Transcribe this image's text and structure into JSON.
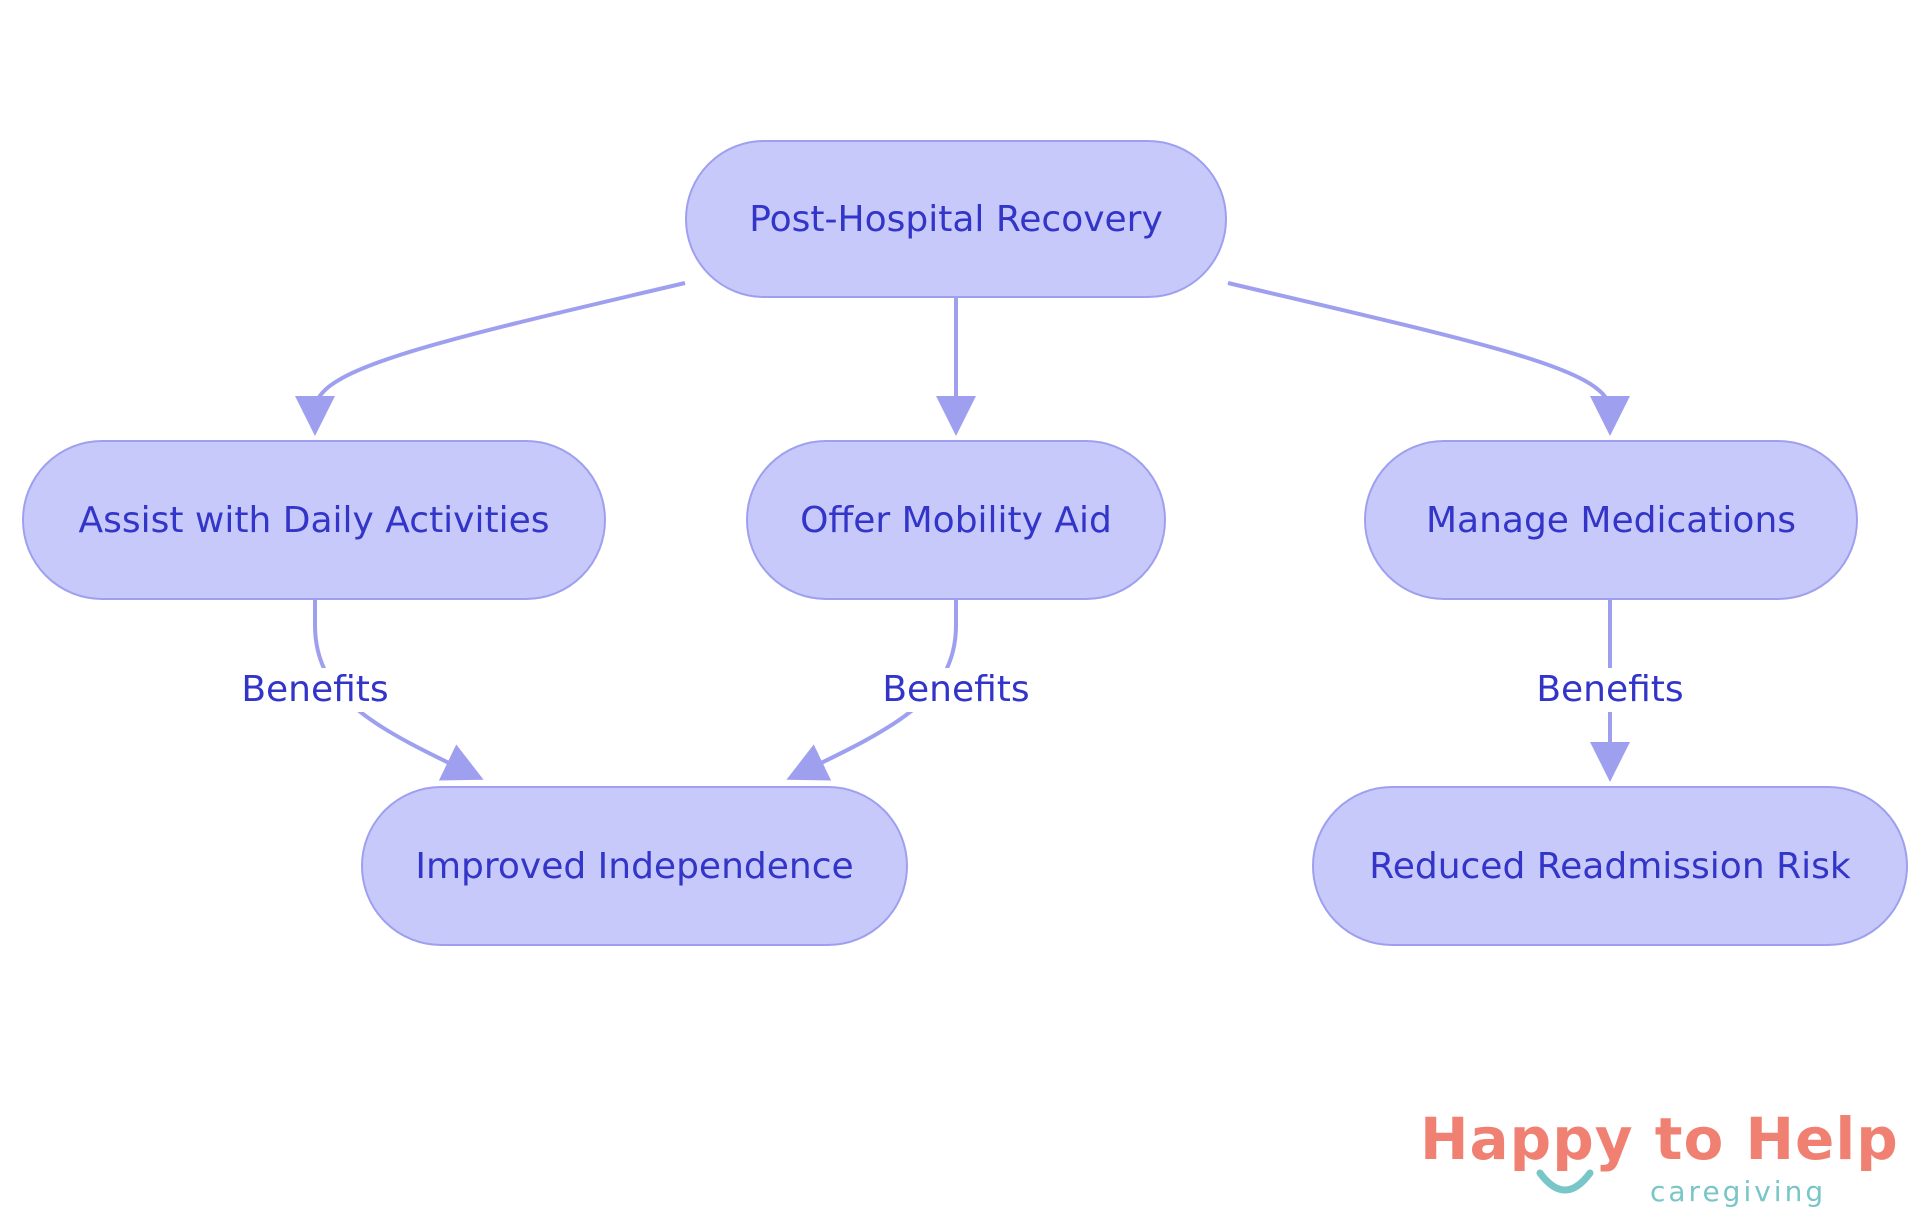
{
  "diagram": {
    "nodes": [
      {
        "id": "root",
        "label": "Post-Hospital Recovery"
      },
      {
        "id": "daily",
        "label": "Assist with Daily Activities"
      },
      {
        "id": "mobility",
        "label": "Offer Mobility Aid"
      },
      {
        "id": "meds",
        "label": "Manage Medications"
      },
      {
        "id": "independence",
        "label": "Improved Independence"
      },
      {
        "id": "readmission",
        "label": "Reduced Readmission Risk"
      }
    ],
    "edges": [
      {
        "from": "root",
        "to": "daily",
        "label": ""
      },
      {
        "from": "root",
        "to": "mobility",
        "label": ""
      },
      {
        "from": "root",
        "to": "meds",
        "label": ""
      },
      {
        "from": "daily",
        "to": "independence",
        "label": "Benefits"
      },
      {
        "from": "mobility",
        "to": "independence",
        "label": "Benefits"
      },
      {
        "from": "meds",
        "to": "readmission",
        "label": "Benefits"
      }
    ],
    "colors": {
      "node_fill": "#c8c9fb",
      "node_border": "#9ea0ef",
      "text": "#3235c7",
      "edge": "#9ea0ef"
    }
  },
  "logo": {
    "name": "Happy to Help",
    "tagline": "caregiving",
    "colors": {
      "name": "#f08072",
      "tagline": "#79c6c8"
    }
  }
}
